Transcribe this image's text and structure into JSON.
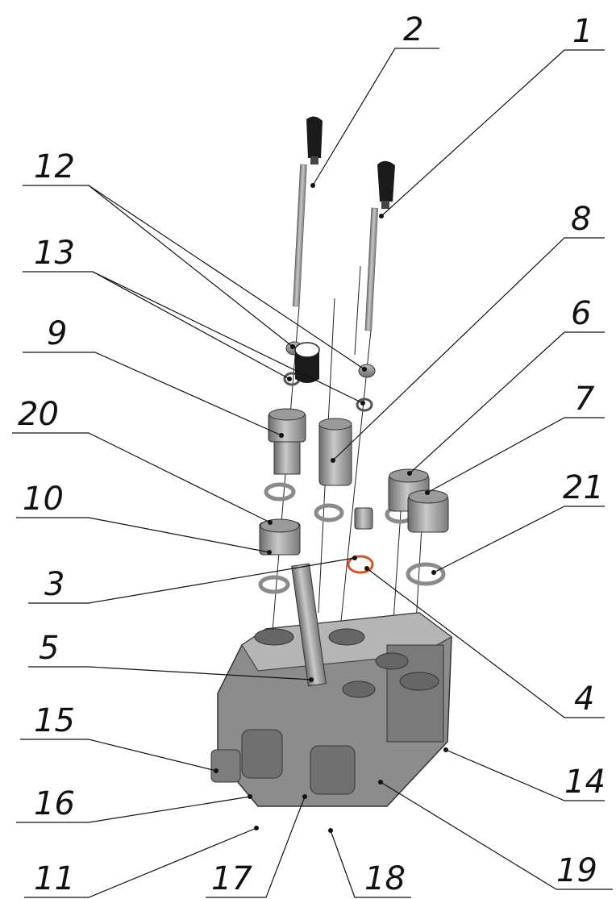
{
  "drawing": {
    "callouts": [
      {
        "id": "1",
        "label": "1"
      },
      {
        "id": "2",
        "label": "2"
      },
      {
        "id": "3",
        "label": "3"
      },
      {
        "id": "4",
        "label": "4"
      },
      {
        "id": "5",
        "label": "5"
      },
      {
        "id": "6",
        "label": "6"
      },
      {
        "id": "7",
        "label": "7"
      },
      {
        "id": "8",
        "label": "8"
      },
      {
        "id": "9",
        "label": "9"
      },
      {
        "id": "10",
        "label": "10"
      },
      {
        "id": "11",
        "label": "11"
      },
      {
        "id": "12",
        "label": "12"
      },
      {
        "id": "13",
        "label": "13"
      },
      {
        "id": "14",
        "label": "14"
      },
      {
        "id": "15",
        "label": "15"
      },
      {
        "id": "16",
        "label": "16"
      },
      {
        "id": "17",
        "label": "17"
      },
      {
        "id": "18",
        "label": "18"
      },
      {
        "id": "19",
        "label": "19"
      },
      {
        "id": "20",
        "label": "20"
      },
      {
        "id": "21",
        "label": "21"
      }
    ],
    "accent_color": "#d9541e"
  }
}
